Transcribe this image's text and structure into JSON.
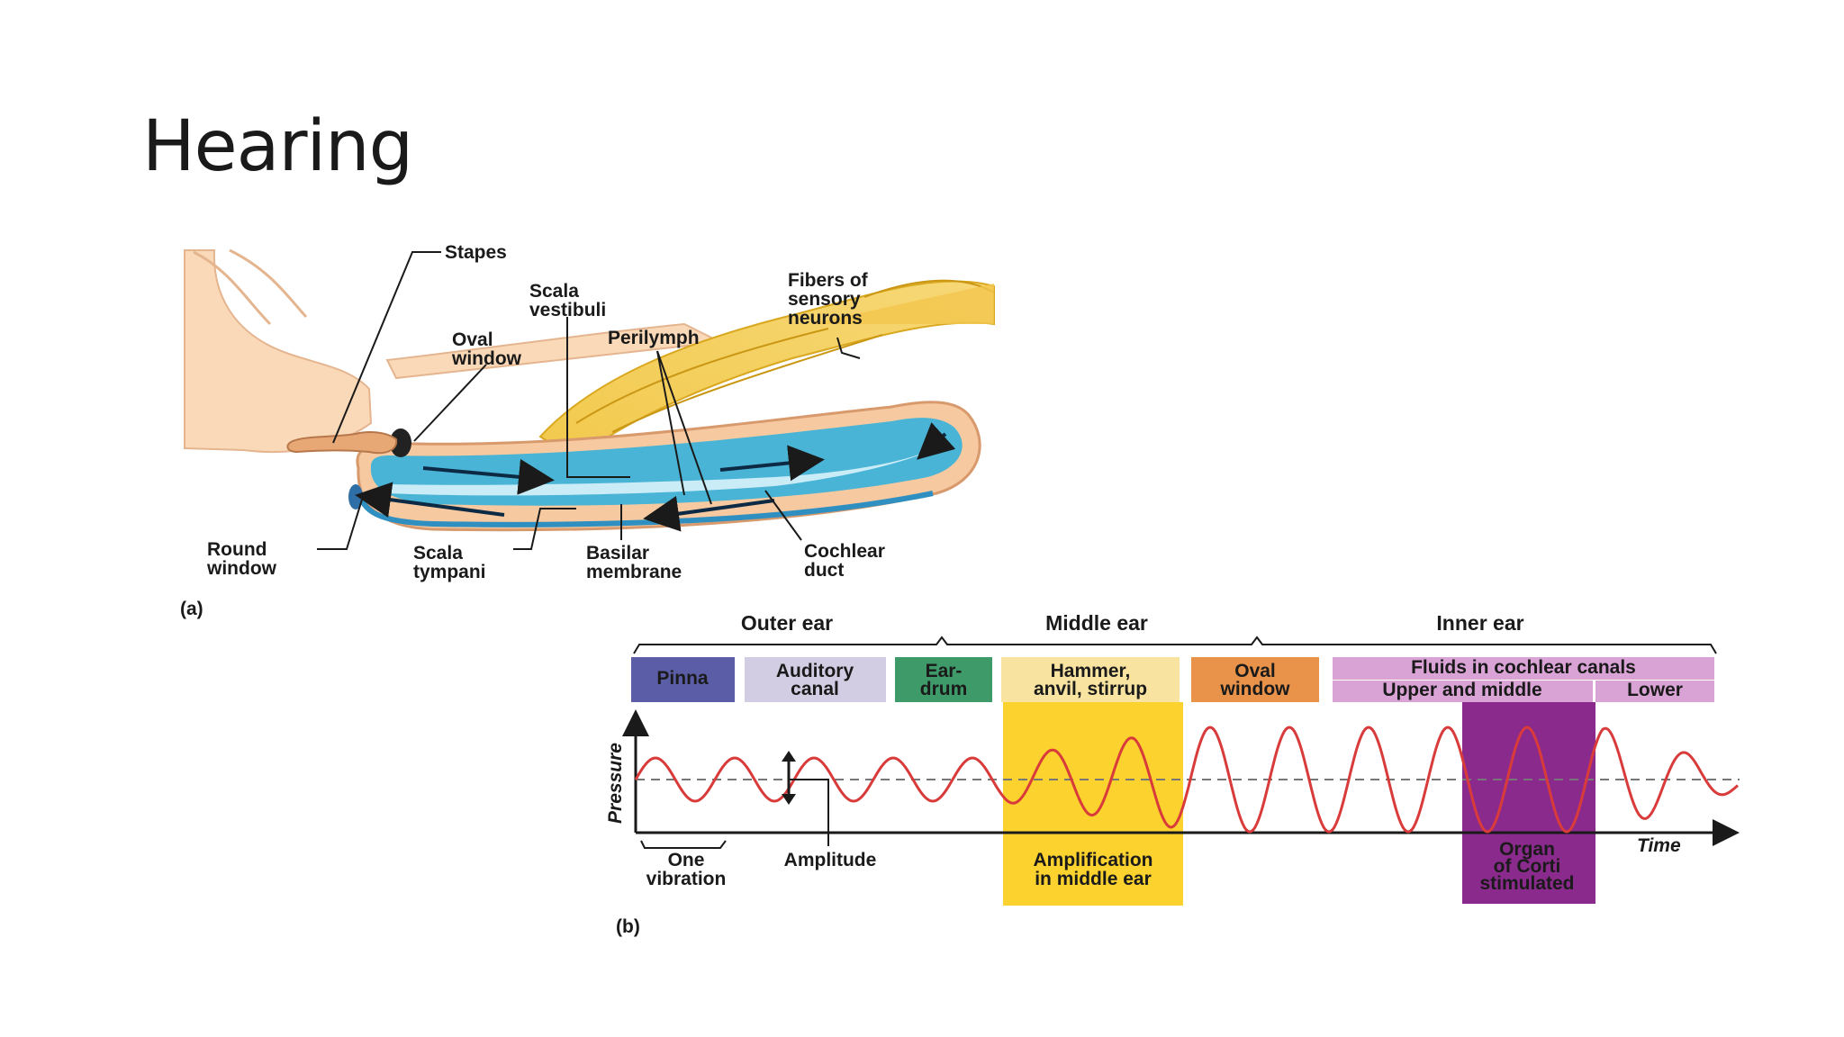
{
  "slide": {
    "title": "Hearing"
  },
  "figure_a": {
    "panel_label": "(a)",
    "labels": {
      "stapes": "Stapes",
      "scala_vestibuli": [
        "Scala",
        "vestibuli"
      ],
      "fibers": [
        "Fibers of",
        "sensory",
        "neurons"
      ],
      "oval_window": [
        "Oval",
        "window"
      ],
      "perilymph": "Perilymph",
      "round_window": [
        "Round",
        "window"
      ],
      "scala_tympani": [
        "Scala",
        "tympani"
      ],
      "basilar_membrane": [
        "Basilar",
        "membrane"
      ],
      "cochlear_duct": [
        "Cochlear",
        "duct"
      ]
    }
  },
  "figure_b": {
    "panel_label": "(b)",
    "sections": {
      "outer": "Outer ear",
      "middle": "Middle ear",
      "inner": "Inner ear"
    },
    "boxes": {
      "pinna": "Pinna",
      "auditory_canal": [
        "Auditory",
        "canal"
      ],
      "eardrum": [
        "Ear-",
        "drum"
      ],
      "ossicles": [
        "Hammer,",
        "anvil, stirrup"
      ],
      "oval_window": [
        "Oval",
        "window"
      ],
      "fluids": "Fluids in cochlear canals",
      "upper_middle": "Upper and middle",
      "lower": "Lower"
    },
    "axis": {
      "y": "Pressure",
      "x": "Time"
    },
    "annotations": {
      "one_vibration": [
        "One",
        "vibration"
      ],
      "amplitude": "Amplitude",
      "amplification": [
        "Amplification",
        "in middle ear"
      ],
      "organ_of_corti": [
        "Organ",
        "of Corti",
        "stimulated"
      ]
    },
    "colors": {
      "pinna": "#5b5ea6",
      "auditory_canal": "#d2cde2",
      "eardrum": "#3f9a6a",
      "ossicles": "#f8e3a0",
      "oval_window": "#e8924a",
      "fluids": "#d9a3d6",
      "amplification": "#fbd22e",
      "organ_of_corti": "#8b2a8d",
      "wave": "#d93b3b"
    }
  }
}
